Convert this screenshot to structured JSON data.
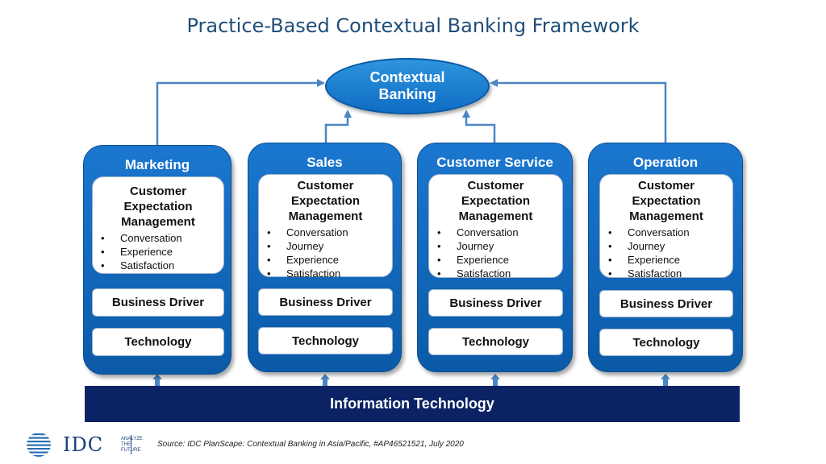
{
  "title": "Practice-Based Contextual Banking Framework",
  "top_node": "Contextual Banking",
  "columns": [
    {
      "title": "Marketing",
      "cem_title": "Customer Expectation Management",
      "items": [
        "Conversation",
        "Experience",
        "Satisfaction"
      ],
      "driver": "Business Driver",
      "technology": "Technology"
    },
    {
      "title": "Sales",
      "cem_title": "Customer Expectation Management",
      "items": [
        "Conversation",
        "Journey",
        "Experience",
        "Satisfaction"
      ],
      "driver": "Business Driver",
      "technology": "Technology"
    },
    {
      "title": "Customer Service",
      "cem_title": "Customer Expectation Management",
      "items": [
        "Conversation",
        "Journey",
        "Experience",
        "Satisfaction"
      ],
      "driver": "Business Driver",
      "technology": "Technology"
    },
    {
      "title": "Operation",
      "cem_title": "Customer Expectation Management",
      "items": [
        "Conversation",
        "Journey",
        "Experience",
        "Satisfaction"
      ],
      "driver": "Business Driver",
      "technology": "Technology"
    }
  ],
  "foundation": "Information Technology",
  "logo": {
    "name": "IDC",
    "tagline": [
      "ANALYZE",
      "THE",
      "FUTURE"
    ]
  },
  "source": "Source: IDC PlanScape: Contextual Banking in Asia/Pacific, #AP46521521, July 2020",
  "colors": {
    "column_blue": "#1b77cf",
    "foundation_navy": "#0b2364",
    "connector": "#4a86c5",
    "title_blue": "#1f4e79"
  }
}
